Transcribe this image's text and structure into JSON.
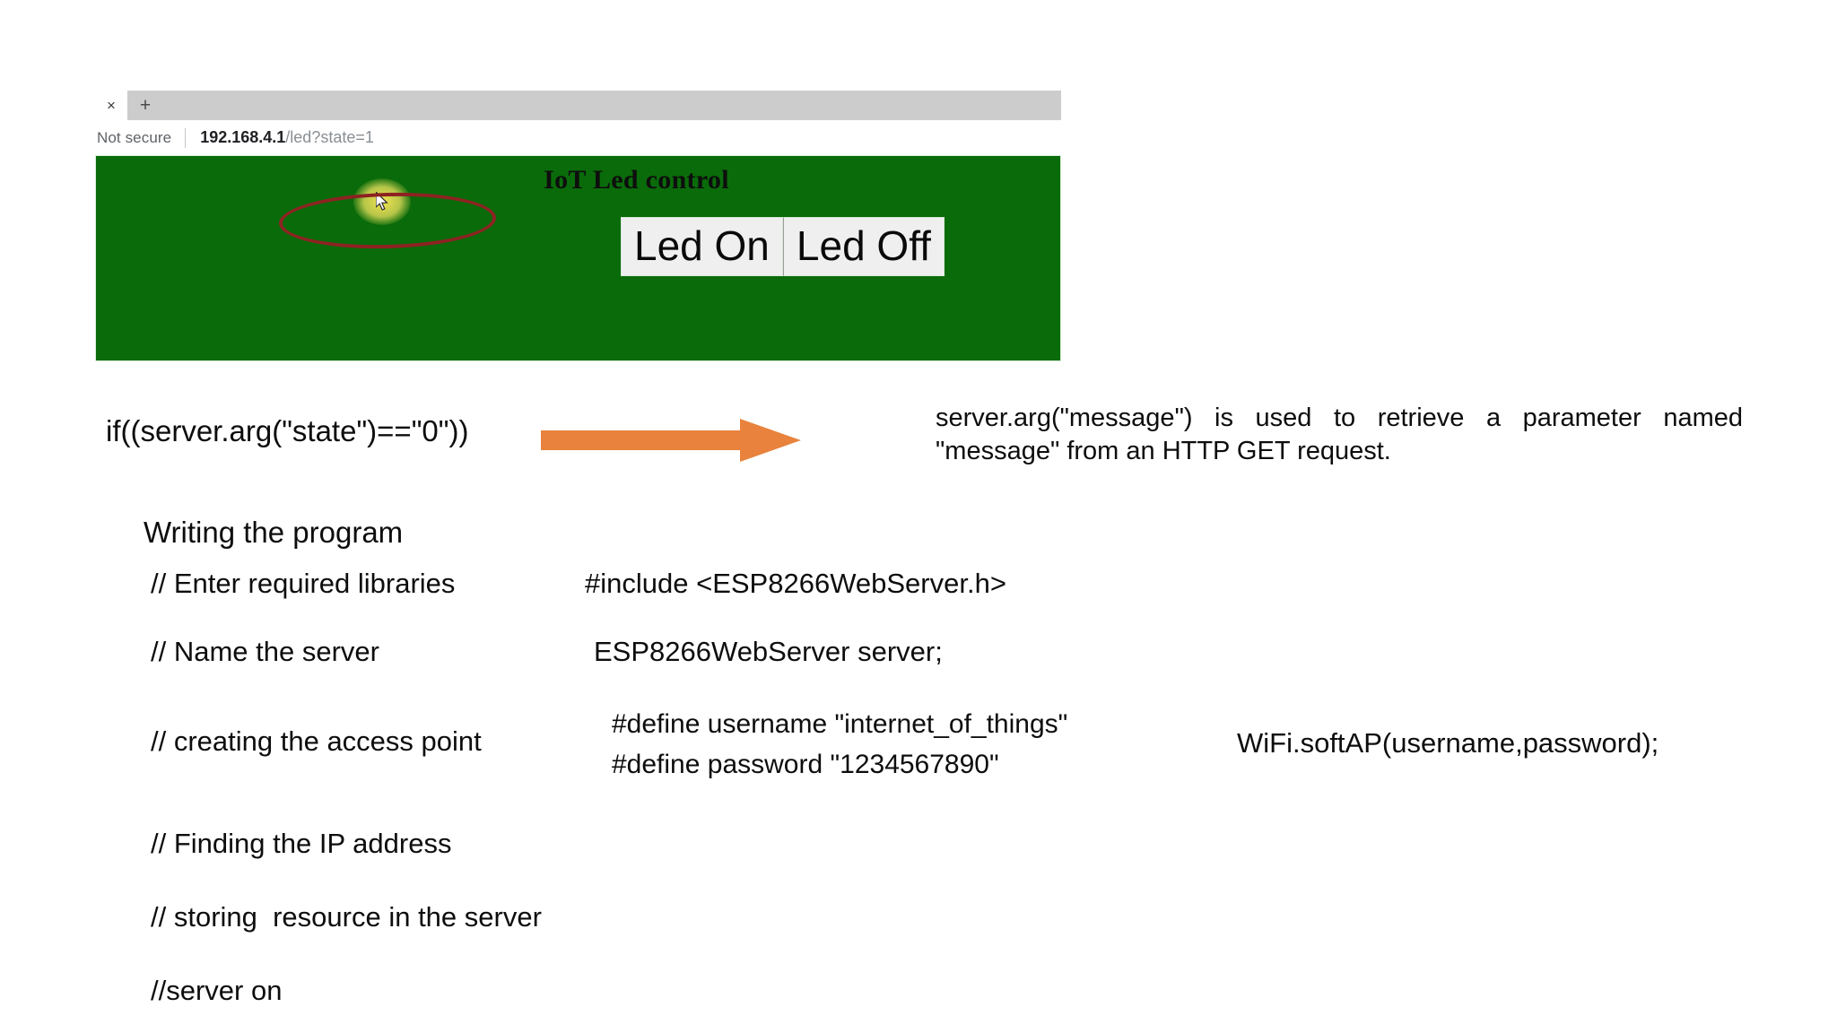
{
  "browser": {
    "tab_close_icon": "close-icon",
    "new_tab_icon": "plus-icon",
    "security_label": "Not secure",
    "url_host": "192.168.4.1",
    "url_path": "/led?state=1",
    "annotation_color": "#8d2222",
    "cursor_highlight_color": "#ffe955"
  },
  "web_page": {
    "background_color": "#0a6b0a",
    "heading": "IoT Led control",
    "buttons": [
      {
        "label": "Led On",
        "name": "led-on-button"
      },
      {
        "label": "Led Off",
        "name": "led-off-button"
      }
    ]
  },
  "arrow_row": {
    "condition_code": "if((server.arg(\"state\")==\"0\"))",
    "arrow_color": "#E8823C",
    "note": "server.arg(\"message\") is used to retrieve a parameter named \"message\" from an HTTP GET request."
  },
  "program": {
    "title": "Writing the program",
    "rows": [
      {
        "comment": "// Enter required libraries",
        "code": "#include <ESP8266WebServer.h>",
        "code2": "",
        "extra": ""
      },
      {
        "comment": "// Name the server",
        "code": "ESP8266WebServer server;",
        "code2": "",
        "extra": ""
      },
      {
        "comment": "// creating the access point",
        "code": "#define username \"internet_of_things\"",
        "code2": "#define password \"1234567890\"",
        "extra": "WiFi.softAP(username,password);"
      },
      {
        "comment": "// Finding the IP address",
        "code": "",
        "code2": "",
        "extra": ""
      },
      {
        "comment": "// storing  resource in the server",
        "code": "",
        "code2": "",
        "extra": ""
      },
      {
        "comment": "//server on",
        "code": "",
        "code2": "",
        "extra": ""
      }
    ]
  }
}
